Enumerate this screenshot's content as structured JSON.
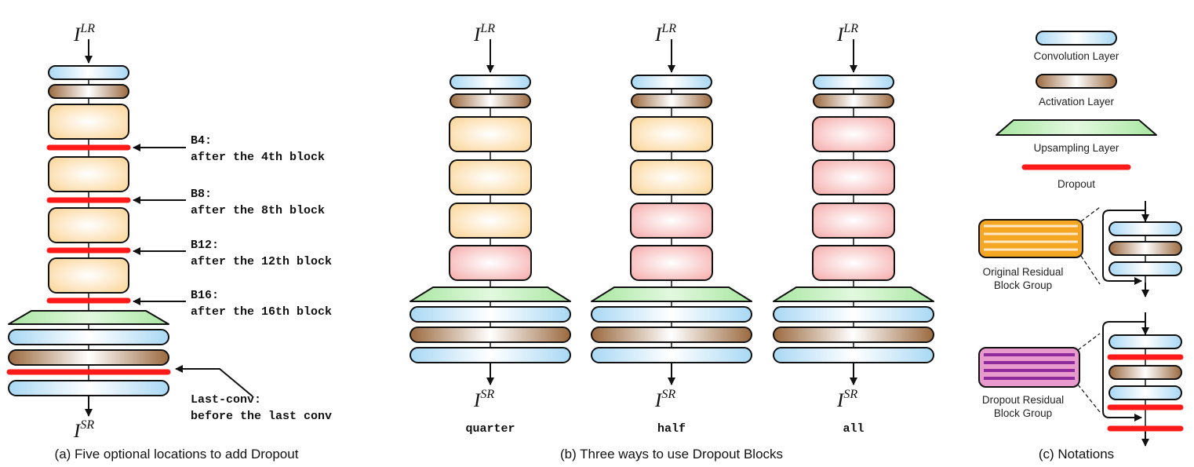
{
  "panels": {
    "a": {
      "caption": "(a) Five optional locations to add Dropout",
      "input": {
        "base": "I",
        "sup": "LR"
      },
      "output": {
        "base": "I",
        "sup": "SR"
      },
      "annotations": [
        {
          "id": "B4",
          "title": "B4:",
          "desc": "after the 4th block"
        },
        {
          "id": "B8",
          "title": "B8:",
          "desc": "after the 8th block"
        },
        {
          "id": "B12",
          "title": "B12:",
          "desc": "after the 12th block"
        },
        {
          "id": "B16",
          "title": "B16:",
          "desc": "after the 16th block"
        },
        {
          "id": "last-conv",
          "title": "Last-conv:",
          "desc": "before the last conv"
        }
      ]
    },
    "b": {
      "caption": "(b) Three ways to use Dropout Blocks",
      "columns": [
        {
          "label": "quarter",
          "input": {
            "base": "I",
            "sup": "LR"
          },
          "output": {
            "base": "I",
            "sup": "SR"
          },
          "dropout_blocks": 1
        },
        {
          "label": "half",
          "input": {
            "base": "I",
            "sup": "LR"
          },
          "output": {
            "base": "I",
            "sup": "SR"
          },
          "dropout_blocks": 2
        },
        {
          "label": "all",
          "input": {
            "base": "I",
            "sup": "LR"
          },
          "output": {
            "base": "I",
            "sup": "SR"
          },
          "dropout_blocks": 4
        }
      ]
    },
    "c": {
      "caption": "(c) Notations",
      "legend": {
        "conv": "Convolution Layer",
        "act": "Activation Layer",
        "up": "Upsampling Layer",
        "drop": "Dropout"
      },
      "orig_group": [
        "Original Residual",
        "Block Group"
      ],
      "drop_group": [
        "Dropout Residual",
        "Block Group"
      ]
    }
  },
  "colors": {
    "conv_edge": "#a9d8f4",
    "act_edge": "#9b6a40",
    "block_edge": "#fbd08c",
    "drop_block_edge": "#f5a3a3",
    "upsample": "#a8e6a0",
    "dropout": "#ff1a1a",
    "orig_group_fill": "#f5a623",
    "drop_group_fill": "#8e2c9e"
  }
}
